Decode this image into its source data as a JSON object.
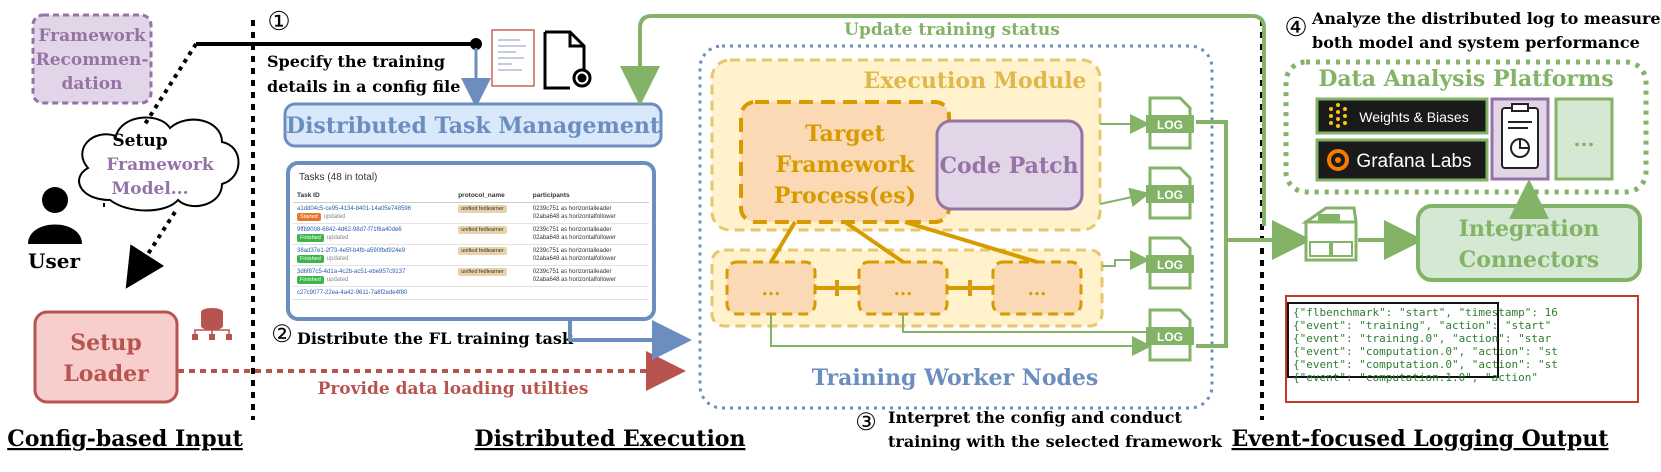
{
  "input": {
    "framework_recommendation": [
      "Framework",
      "Recommen-",
      "dation"
    ],
    "setup_cloud": [
      "Setup",
      "Framework",
      "Model..."
    ],
    "user": "User",
    "setup_loader": [
      "Setup",
      "Loader"
    ],
    "section_title": "Config-based Input"
  },
  "steps": {
    "s1_num": "①",
    "s1_text": [
      "Specify the training",
      "details in a config file"
    ],
    "s2_num": "②",
    "s2_text": "Distribute the FL training task",
    "s3_num": "③",
    "s3_text": [
      "Interpret the config and conduct",
      "training with the selected framework"
    ],
    "s4_num": "④",
    "s4_text": [
      "Analyze the distributed log to measure",
      "both model and system performance"
    ]
  },
  "execution": {
    "task_mgmt": "Distributed Task Management",
    "update_status": "Update training status",
    "execution_module": "Execution Module",
    "target_framework": [
      "Target",
      "Framework",
      "Process(es)"
    ],
    "code_patch": "Code Patch",
    "worker_dots": "...",
    "worker_nodes": "Training Worker Nodes",
    "data_loading": "Provide data loading utilties",
    "section_title": "Distributed Execution"
  },
  "tasks_table": {
    "title": "Tasks (48 in total)",
    "headers": [
      "Task ID",
      "protocol_name",
      "participants"
    ],
    "rows": [
      {
        "id": "a1dd04c5-ce95-4134-8401-14a05e748596",
        "status": "Started",
        "status_color": "#e8762c",
        "note": "updated",
        "proto": "unified fedlearner",
        "p1": "0239c751 as horizontalleader",
        "p2": "02aba648 as horizontalfollower"
      },
      {
        "id": "9ffb9008-6842-4d62-98d7-f71f6a40de6",
        "status": "Finished",
        "status_color": "#3cb54a",
        "note": "updated",
        "proto": "unified fedlearner",
        "p1": "0239c751 as horizontalleader",
        "p2": "02aba648 as horizontalfollower"
      },
      {
        "id": "38ad37e1-2f73-4e5f-b4fb-a590fbd924e9",
        "status": "Finished",
        "status_color": "#3cb54a",
        "note": "updated",
        "proto": "unified fedlearner",
        "p1": "0239c751 as horizontalleader",
        "p2": "02aba648 as horizontalfollower"
      },
      {
        "id": "3d6f87c5-4d1a-4c2b-ac51-ebe957c9137",
        "status": "Finished",
        "status_color": "#3cb54a",
        "note": "updated",
        "proto": "unified fedlearner",
        "p1": "0239c751 as horizontalleader",
        "p2": "02aba648 as horizontalfollower"
      },
      {
        "id": "c27c9077-22ea-4a42-9611-7a8f2ede4f80",
        "status": "",
        "status_color": "#3cb54a",
        "note": "",
        "proto": "",
        "p1": "",
        "p2": ""
      }
    ]
  },
  "logging": {
    "log_label": "LOG",
    "platforms_title": "Data Analysis Platforms",
    "wandb": "Weights & Biases",
    "grafana": "Grafana Labs",
    "more": "...",
    "integration": [
      "Integration",
      "Connectors"
    ],
    "section_title": "Event-focused Logging Output",
    "log_lines": [
      "{\"flbenchmark\": \"start\", \"timestamp\": 16",
      "{\"event\": \"training\", \"action\": \"start\"",
      "{\"event\": \"training.0\", \"action\": \"star",
      "{\"event\": \"computation.0\", \"action\": \"st",
      "{\"event\": \"computation.0\", \"action\": \"st",
      "{\"event\": \"computation.1.0\", \"action\""
    ]
  },
  "colors": {
    "blue": "#6c8ebf",
    "blue_fill": "#dae8fc",
    "green": "#82b366",
    "green_fill": "#d5e8d4",
    "red": "#b85450",
    "red_fill": "#f8cecc",
    "purple": "#9673a6",
    "purple_fill": "#e1d5e7",
    "orange": "#d79b00",
    "yellow_fill": "#fff2cc"
  }
}
